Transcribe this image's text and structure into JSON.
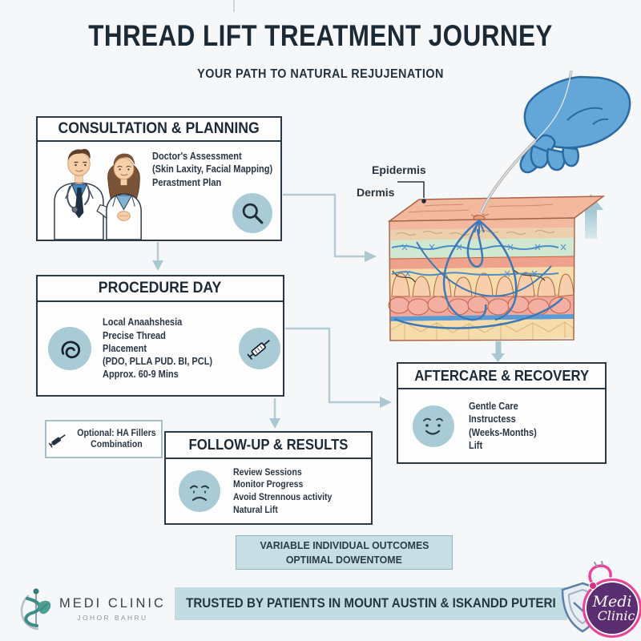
{
  "title": "THREAD LIFT TREATMENT JOURNEY",
  "subtitle": "YOUR PATH TO NATURAL REJUJENATION",
  "consultation": {
    "title": "CONSULTATION & PLANNING",
    "lines": [
      "Doctor's Assessment",
      "(Skin Laxity, Facial Mapping)",
      "Perastment Plan"
    ],
    "icon": "magnifier-icon"
  },
  "procedure": {
    "title": "PROCEDURE DAY",
    "lines": [
      "Local Anaahshesia",
      "Precise Thread",
      "Placement",
      "(PDO, PLLA PUD. BI, PCL)",
      "Approx. 60-9 Mins"
    ],
    "icons": [
      "thread-spiral-icon",
      "syringe-icon"
    ]
  },
  "optional": {
    "lines": [
      "Optional: HA Fillers",
      "Combination"
    ],
    "icon": "syringe-icon"
  },
  "followup": {
    "title": "FOLLOW-UP & RESULTS",
    "lines": [
      "Review Sessions",
      "Monitor Progress",
      "Avoid Strennous activity",
      "Natural Lift"
    ],
    "icon": "calm-face-icon"
  },
  "aftercare": {
    "title": "AFTERCARE & RECOVERY",
    "lines": [
      "Gentle Care",
      "Instructess",
      "(Weeks-Months)",
      "Lift"
    ],
    "icon": "smile-face-icon"
  },
  "skin_diagram": {
    "labels": {
      "epidermis": "Epidermis",
      "dermis": "Dermis"
    }
  },
  "banner": {
    "lines": [
      "VARIABLE INDIVIDUAL OUTCOMES",
      "OPTIIMAL DOWENTOME"
    ]
  },
  "footer": {
    "clinic_name": "MEDI CLINIC",
    "clinic_location": "JOHOR BAHRU",
    "trust_text": "TRUSTED BY PATIENTS IN MOUNT AUSTIN & ISKANDD PUTERI",
    "badge": {
      "line1": "Medi",
      "line2": "Clinic"
    }
  },
  "colors": {
    "navy_text": "#1c2a36",
    "box_border": "#2b3947",
    "icon_circle_blue": "#a9cbd6",
    "connector_blue": "#b3cdd5",
    "banner_bg": "#c7dee4",
    "trust_bg": "#c3dce2",
    "glove_blue": "#63a7d8",
    "thread_blue": "#3f79b5",
    "skin_peach": "#f3b99f",
    "badge_purple": "#5b2d71",
    "badge_pink": "#e9439b",
    "logo_teal": "#3d8d86"
  }
}
